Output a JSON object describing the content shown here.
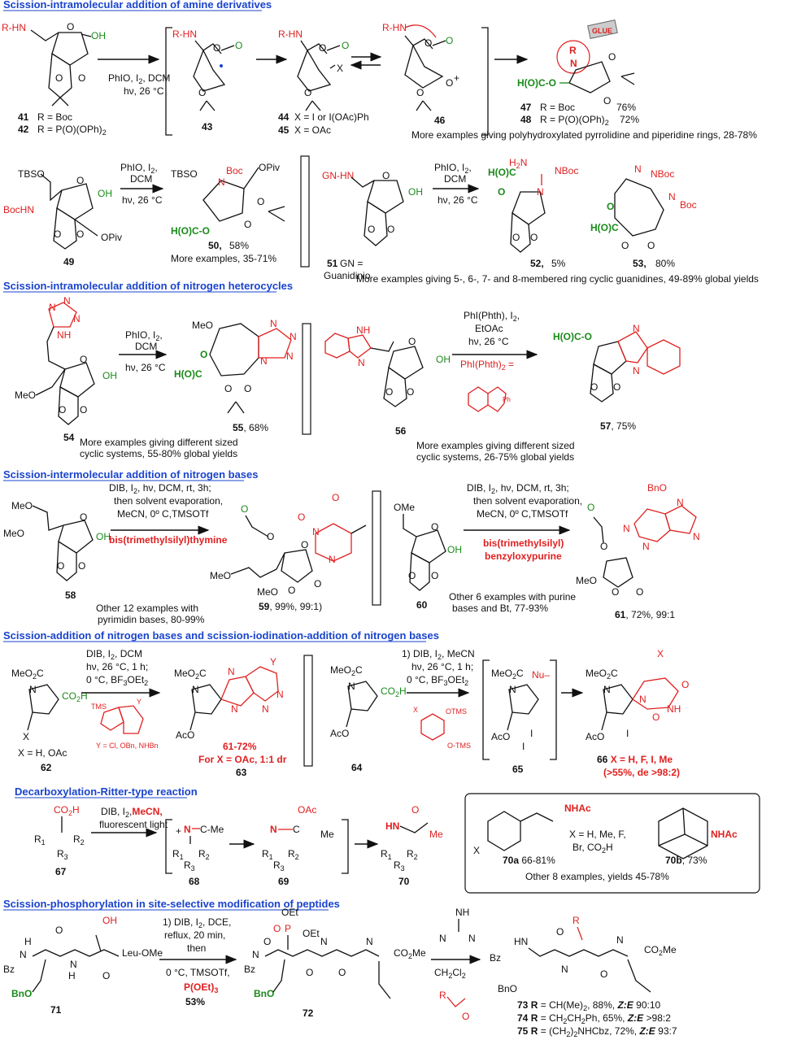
{
  "sections": [
    {
      "id": "s1",
      "title": "Scission-intramolecular addition of amine derivatives"
    },
    {
      "id": "s2",
      "title": "Scission-intramolecular addition of nitrogen heterocycles"
    },
    {
      "id": "s3",
      "title": "Scission-intermolecular addition of nitrogen bases"
    },
    {
      "id": "s4",
      "title": "Scission-addition of nitrogen bases and scission-iodination-addition of nitrogen bases"
    },
    {
      "id": "s5",
      "title": "Decarboxylation-Ritter-type reaction"
    },
    {
      "id": "s6",
      "title": "Scission-phosphorylation in site-selective modification of peptides"
    }
  ],
  "row1": {
    "cmpd41": "41",
    "cmpd41_r": "R = Boc",
    "cmpd42": "42",
    "cmpd42_r": "R = P(O)(OPh)",
    "cmpd42_sub": "2",
    "cond1": "PhIO, I",
    "cond1_sub": "2",
    "cond1b": ", DCM",
    "cond2": "hν, 26 °C",
    "cmpd43": "43",
    "cmpd44": "44",
    "cmpd44_x": "X = I or I(OAc)Ph",
    "cmpd45": "45",
    "cmpd45_x": "X = OAc",
    "cmpd46": "46",
    "cmpd47": "47",
    "cmpd47_r": "R = Boc",
    "cmpd47_y": "76%",
    "cmpd48": "48",
    "cmpd48_r": "R = P(O)(OPh)",
    "cmpd48_sub": "2",
    "cmpd48_y": "72%",
    "glue": "GLUE",
    "more": "More examples giving polyhydroxylated pyrrolidine and piperidine rings, 28-78%",
    "rhn": "R-HN",
    "oh": "OH",
    "hoc": "H(O)C-O"
  },
  "row2": {
    "tbso": "TBSO",
    "bochn": "BocHN",
    "opiv": "OPiv",
    "cmpd49": "49",
    "cond_a": "PhIO, I",
    "cond_a_sub": "2",
    "cond_b": "DCM",
    "cond_c": "hν, 26 °C",
    "boc": "Boc",
    "cmpd50": "50,",
    "cmpd50_y": "58%",
    "more50": "More examples, 35-71%",
    "gnhn": "GN-HN",
    "cmpd51": "51",
    "gn": "GN =",
    "guan": "Guanidinio",
    "h2n": "H",
    "nboc": "NBoc",
    "cmpd52": "52,",
    "cmpd52_y": "5%",
    "cmpd53": "53,",
    "cmpd53_y": "80%",
    "more53": "More examples giving 5-, 6-, 7- and 8-membered ring cyclic guanidines, 49-89% global yields"
  },
  "row3": {
    "meo": "MeO",
    "cmpd54": "54",
    "cmpd55": "55",
    "cmpd55_y": ", 68%",
    "more55a": "More examples giving different sized",
    "more55b": "cyclic systems, 55-80% global yields",
    "cond_phth1": "PhI(Phth), I",
    "cond_phth1_sub": "2",
    "cond_phth2": "EtOAc",
    "cond_phth3": "hν, 26 °C",
    "phth_def": "PhI(Phth)",
    "phth_def_sub": "2",
    "phth_eq": " =",
    "ph": "Ph",
    "cmpd56": "56",
    "cmpd57": "57",
    "cmpd57_y": ", 75%",
    "more57a": "More examples giving different sized",
    "more57b": "cyclic systems, 26-75% global yields"
  },
  "row4": {
    "cond1": "DIB, I",
    "cond1_sub": "2",
    "cond1b": ", hν, DCM, rt, 3h;",
    "cond2": "then solvent evaporation,",
    "cond3": "MeCN, 0º C,TMSOTf",
    "cond4": "bis(trimethylsilyl)thymine",
    "cmpd58": "58",
    "more59a": "Other 12 examples with",
    "more59b": "pyrimidin bases, 80-99%",
    "cmpd59": "59",
    "cmpd59_y": ", 99%, 99:1)",
    "ome": "OMe",
    "bno": "BnO",
    "cond5": "bis(trimethylsilyl)",
    "cond6": "benzyloxypurine",
    "cmpd60": "60",
    "more61a": "Other 6 examples with purine",
    "more61b": "bases and Bt, 77-93%",
    "cmpd61": "61",
    "cmpd61_y": ", 72%, 99:1"
  },
  "row5": {
    "meo2c": "MeO",
    "co2h": "CO",
    "x_def": "X = H, OAc",
    "cmpd62": "62",
    "cond_a": "DIB, I",
    "cond_b": "hν, 26 °C, 1 h;",
    "cond_c": "0 °C, BF",
    "cond_c2": "OEt",
    "tms": "TMS",
    "ydef": "Y = Cl, OBn, NHBn",
    "y": "Y",
    "aco": "AcO",
    "yield63a": "61-72%",
    "yield63b": "For X = OAc, 1:1 dr",
    "cmpd63": "63",
    "cond_d": "1) DIB, I",
    "cond_d2": ", MeCN",
    "otms": "OTMS",
    "otms2": "O-TMS",
    "cmpd64": "64",
    "nu": "Nu–",
    "cmpd65": "65",
    "cmpd66": "66",
    "cmpd66_x": "X = H, F, I, Me",
    "cmpd66_de": "(>55%, de >98:2)"
  },
  "row6": {
    "co2h": "CO",
    "cond_a": "DIB, I",
    "cond_b": "MeCN,",
    "cond_c": "fluorescent light",
    "me": "C-Me",
    "cmpd67": "67",
    "cmpd68": "68",
    "cmpd69": "69",
    "cmpd70": "70",
    "oac": "OAc",
    "nhac": "NHAc",
    "x_def_a": "X = H, Me, F,",
    "x_def_b": "Br, CO",
    "cmpd70a": "70a",
    "cmpd70a_y": "66-81%",
    "cmpd70b": "70b",
    "cmpd70b_y": ", 73%",
    "more70": "Other 8 examples, yields 45-78%"
  },
  "row7": {
    "cond_a": "1) DIB, I",
    "cond_a2": ", DCE,",
    "cond_b": "reflux, 20 min,",
    "cond_c": "then",
    "cond_d": "0 °C, TMSOTf,",
    "cond_e": "P(OEt)",
    "cond_f": "53%",
    "bz": "Bz",
    "leuome": "Leu-OMe",
    "cmpd71": "71",
    "cmpd72": "72",
    "oet": "OEt",
    "co2me": "CO",
    "ch2cl2": "CH",
    "cmpd73": "73",
    "r73": "CH(Me)",
    "y73": "88%,",
    "ze73": "90:10",
    "cmpd74": "74",
    "r74": "CH",
    "y74": "65%,",
    "ze74": ">98:2",
    "cmpd75": "75",
    "r75": "(CH",
    "y75": "72%,",
    "ze75": "93:7",
    "ze": "Z:E",
    "rlab": "R"
  }
}
